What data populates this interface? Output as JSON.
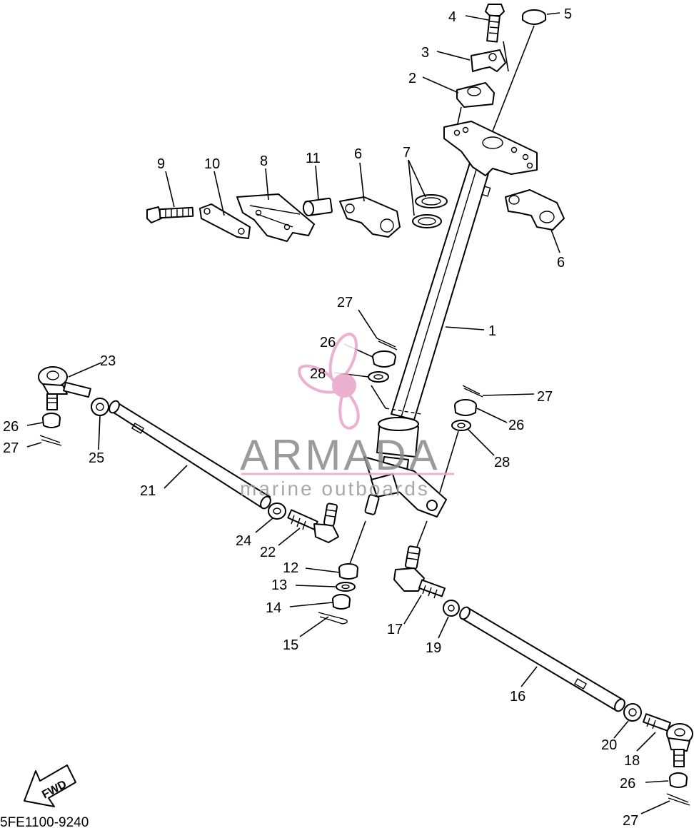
{
  "diagram": {
    "part_code": "5FE1100-9240",
    "direction_label": "FWD",
    "callouts": [
      "1",
      "2",
      "3",
      "4",
      "5",
      "6",
      "6",
      "7",
      "8",
      "9",
      "10",
      "11",
      "12",
      "13",
      "14",
      "15",
      "16",
      "17",
      "18",
      "19",
      "20",
      "21",
      "22",
      "23",
      "24",
      "25",
      "26",
      "26",
      "26",
      "26",
      "27",
      "27",
      "27",
      "27",
      "28",
      "28"
    ]
  },
  "watermark": {
    "title": "ARMADA",
    "subtitle": "marine outboards",
    "logo_color": "#e9a3c9"
  }
}
